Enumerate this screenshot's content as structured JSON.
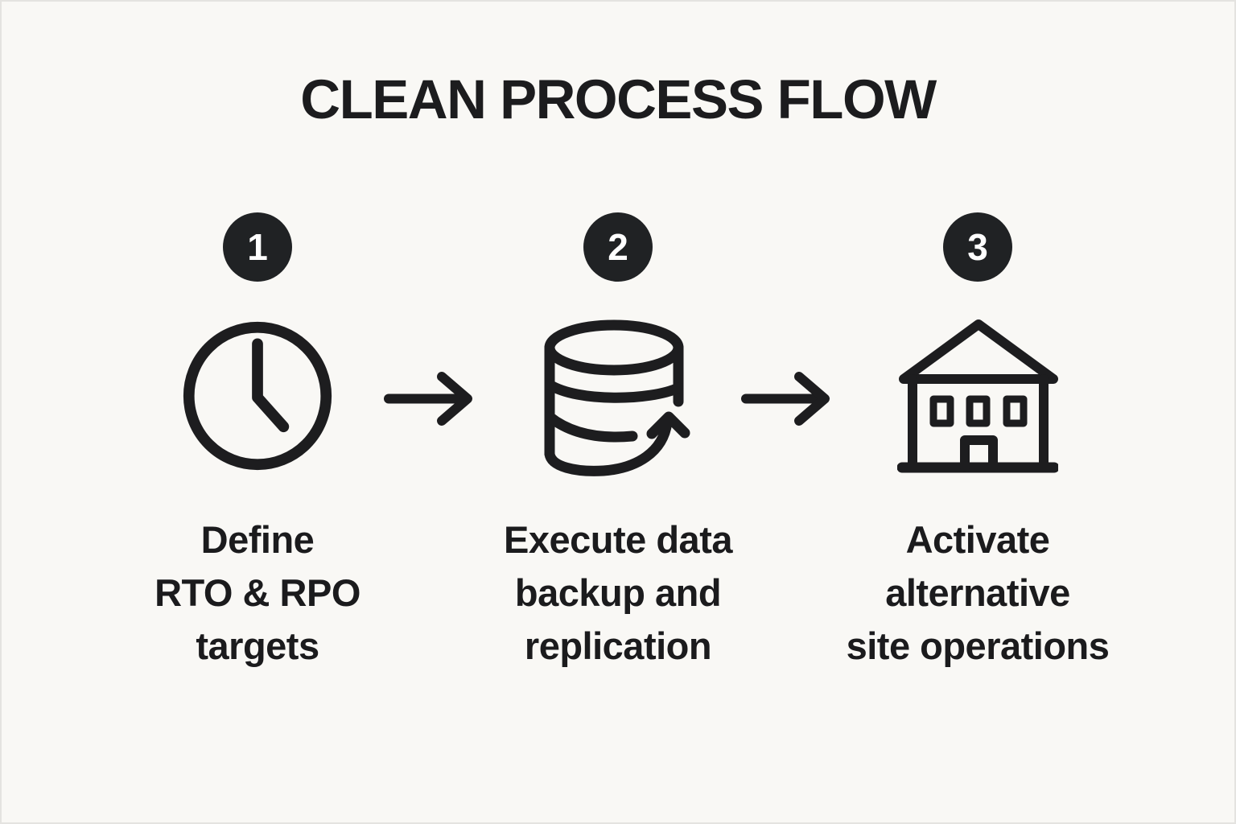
{
  "header": {
    "title": "CLEAN PROCESS FLOW"
  },
  "colors": {
    "background": "#f9f8f5",
    "ink": "#1d1d1f",
    "badge_background": "#202224",
    "badge_text": "#ffffff"
  },
  "steps": [
    {
      "number": "1",
      "icon": "clock-icon",
      "label_lines": [
        "Define",
        "RTO & RPO",
        "targets"
      ]
    },
    {
      "number": "2",
      "icon": "database-replication-icon",
      "label_lines": [
        "Execute data",
        "backup and",
        "replication"
      ]
    },
    {
      "number": "3",
      "icon": "building-icon",
      "label_lines": [
        "Activate",
        "alternative",
        "site operations"
      ]
    }
  ],
  "connectors": [
    {
      "icon": "arrow-right-icon"
    },
    {
      "icon": "arrow-right-icon"
    }
  ]
}
